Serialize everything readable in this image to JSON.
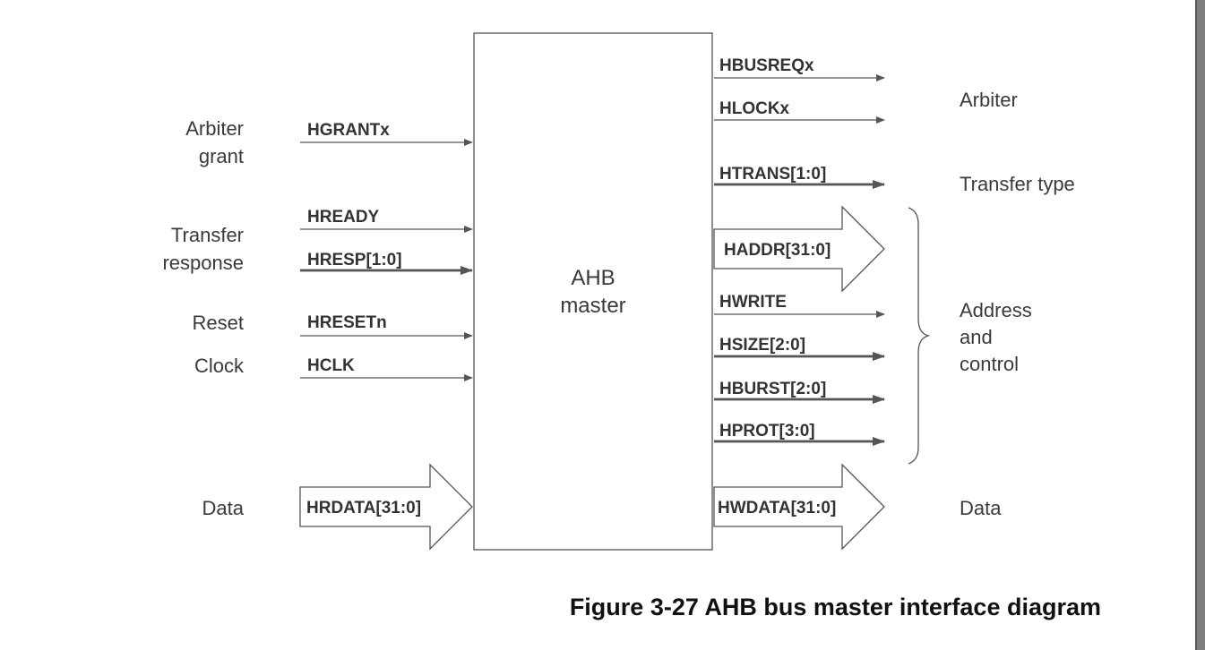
{
  "master_block": {
    "line1": "AHB",
    "line2": "master"
  },
  "inputs": {
    "arbiter_grant": {
      "group": [
        "Arbiter",
        "grant"
      ],
      "signal": "HGRANTx"
    },
    "hready": {
      "signal": "HREADY"
    },
    "transfer_response": {
      "group": [
        "Transfer",
        "response"
      ],
      "signal": "HRESP[1:0]"
    },
    "reset": {
      "group": "Reset",
      "signal": "HRESETn"
    },
    "clock": {
      "group": "Clock",
      "signal": "HCLK"
    },
    "data": {
      "group": "Data",
      "signal": "HRDATA[31:0]"
    }
  },
  "outputs": {
    "hbusreq": {
      "signal": "HBUSREQx"
    },
    "hlock": {
      "signal": "HLOCKx"
    },
    "arbiter_group": "Arbiter",
    "htrans": {
      "signal": "HTRANS[1:0]",
      "group": "Transfer type"
    },
    "haddr": {
      "signal": "HADDR[31:0]"
    },
    "hwrite": {
      "signal": "HWRITE"
    },
    "hsize": {
      "signal": "HSIZE[2:0]"
    },
    "hburst": {
      "signal": "HBURST[2:0]"
    },
    "hprot": {
      "signal": "HPROT[3:0]"
    },
    "address_control_group": [
      "Address",
      "and",
      "control"
    ],
    "hwdata": {
      "signal": "HWDATA[31:0]",
      "group": "Data"
    }
  },
  "caption": "Figure 3-27 AHB bus master interface diagram",
  "colors": {
    "line": "#555555",
    "text": "#3a3a3a",
    "caption": "#111111",
    "sidebar": "#7d7d7d"
  }
}
